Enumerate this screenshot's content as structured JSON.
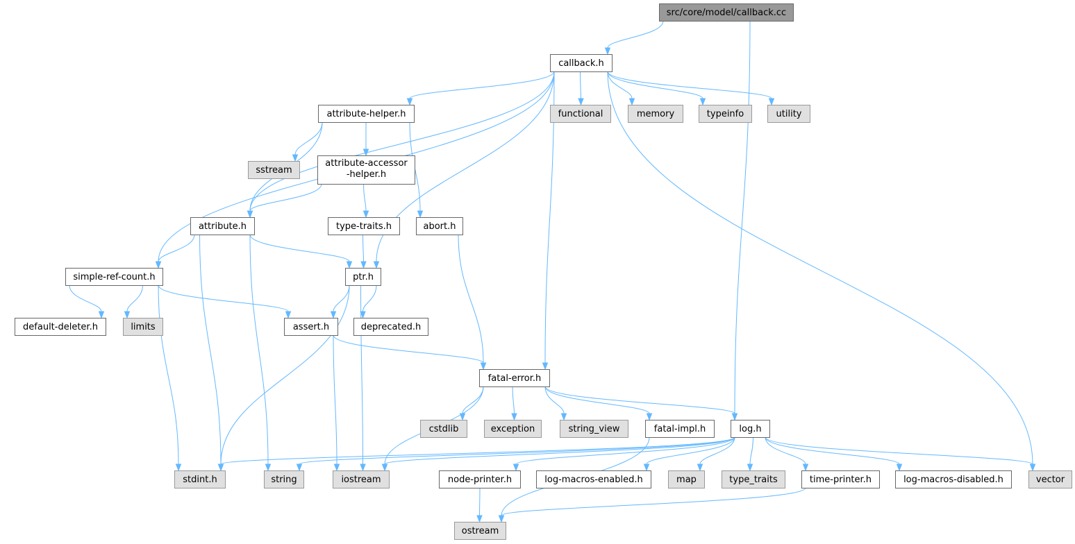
{
  "nodes": {
    "root": {
      "label": "src/core/model/callback.cc",
      "kind": "root"
    },
    "callback": {
      "label": "callback.h",
      "kind": "local"
    },
    "attrhelper": {
      "label": "attribute-helper.h",
      "kind": "local"
    },
    "functional": {
      "label": "functional",
      "kind": "sys"
    },
    "memory": {
      "label": "memory",
      "kind": "sys"
    },
    "typeinfo": {
      "label": "typeinfo",
      "kind": "sys"
    },
    "utility": {
      "label": "utility",
      "kind": "sys"
    },
    "sstream": {
      "label": "sstream",
      "kind": "sys"
    },
    "accessor": {
      "label": [
        "attribute-accessor",
        "-helper.h"
      ],
      "kind": "local"
    },
    "attribute": {
      "label": "attribute.h",
      "kind": "local"
    },
    "typetraits_h": {
      "label": "type-traits.h",
      "kind": "local"
    },
    "abort": {
      "label": "abort.h",
      "kind": "local"
    },
    "simpleref": {
      "label": "simple-ref-count.h",
      "kind": "local"
    },
    "ptr": {
      "label": "ptr.h",
      "kind": "local"
    },
    "defdeleter": {
      "label": "default-deleter.h",
      "kind": "local"
    },
    "limits": {
      "label": "limits",
      "kind": "sys"
    },
    "assert": {
      "label": "assert.h",
      "kind": "local"
    },
    "deprecated": {
      "label": "deprecated.h",
      "kind": "local"
    },
    "fatalerror": {
      "label": "fatal-error.h",
      "kind": "local"
    },
    "cstdlib": {
      "label": "cstdlib",
      "kind": "sys"
    },
    "exception": {
      "label": "exception",
      "kind": "sys"
    },
    "stringview": {
      "label": "string_view",
      "kind": "sys"
    },
    "fatalimpl": {
      "label": "fatal-impl.h",
      "kind": "local"
    },
    "log": {
      "label": "log.h",
      "kind": "local"
    },
    "stdint": {
      "label": "stdint.h",
      "kind": "sys"
    },
    "string": {
      "label": "string",
      "kind": "sys"
    },
    "iostream": {
      "label": "iostream",
      "kind": "sys"
    },
    "nodeprinter": {
      "label": "node-printer.h",
      "kind": "local"
    },
    "logmacen": {
      "label": "log-macros-enabled.h",
      "kind": "local"
    },
    "map": {
      "label": "map",
      "kind": "sys"
    },
    "type_traits": {
      "label": "type_traits",
      "kind": "sys"
    },
    "timeprinter": {
      "label": "time-printer.h",
      "kind": "local"
    },
    "logmacdis": {
      "label": "log-macros-disabled.h",
      "kind": "local"
    },
    "vector": {
      "label": "vector",
      "kind": "sys"
    },
    "ostream": {
      "label": "ostream",
      "kind": "sys"
    }
  },
  "edges": [
    [
      "root",
      "callback"
    ],
    [
      "root",
      "log"
    ],
    [
      "callback",
      "attrhelper"
    ],
    [
      "callback",
      "functional"
    ],
    [
      "callback",
      "memory"
    ],
    [
      "callback",
      "typeinfo"
    ],
    [
      "callback",
      "utility"
    ],
    [
      "callback",
      "attribute"
    ],
    [
      "callback",
      "simpleref"
    ],
    [
      "callback",
      "ptr"
    ],
    [
      "callback",
      "fatalerror"
    ],
    [
      "callback",
      "vector"
    ],
    [
      "attrhelper",
      "sstream"
    ],
    [
      "attrhelper",
      "accessor"
    ],
    [
      "attrhelper",
      "abort"
    ],
    [
      "attrhelper",
      "attribute"
    ],
    [
      "accessor",
      "attribute"
    ],
    [
      "accessor",
      "typetraits_h"
    ],
    [
      "attribute",
      "simpleref"
    ],
    [
      "attribute",
      "ptr"
    ],
    [
      "attribute",
      "stdint"
    ],
    [
      "attribute",
      "string"
    ],
    [
      "typetraits_h",
      "ptr"
    ],
    [
      "abort",
      "fatalerror"
    ],
    [
      "simpleref",
      "defdeleter"
    ],
    [
      "simpleref",
      "limits"
    ],
    [
      "simpleref",
      "assert"
    ],
    [
      "simpleref",
      "stdint"
    ],
    [
      "ptr",
      "assert"
    ],
    [
      "ptr",
      "deprecated"
    ],
    [
      "ptr",
      "stdint"
    ],
    [
      "ptr",
      "iostream"
    ],
    [
      "assert",
      "fatalerror"
    ],
    [
      "assert",
      "iostream"
    ],
    [
      "fatalerror",
      "cstdlib"
    ],
    [
      "fatalerror",
      "exception"
    ],
    [
      "fatalerror",
      "stringview"
    ],
    [
      "fatalerror",
      "fatalimpl"
    ],
    [
      "fatalerror",
      "log"
    ],
    [
      "fatalerror",
      "iostream"
    ],
    [
      "fatalimpl",
      "ostream"
    ],
    [
      "log",
      "stdint"
    ],
    [
      "log",
      "string"
    ],
    [
      "log",
      "iostream"
    ],
    [
      "log",
      "nodeprinter"
    ],
    [
      "log",
      "logmacen"
    ],
    [
      "log",
      "map"
    ],
    [
      "log",
      "type_traits"
    ],
    [
      "log",
      "timeprinter"
    ],
    [
      "log",
      "logmacdis"
    ],
    [
      "log",
      "vector"
    ],
    [
      "nodeprinter",
      "ostream"
    ],
    [
      "timeprinter",
      "ostream"
    ]
  ]
}
